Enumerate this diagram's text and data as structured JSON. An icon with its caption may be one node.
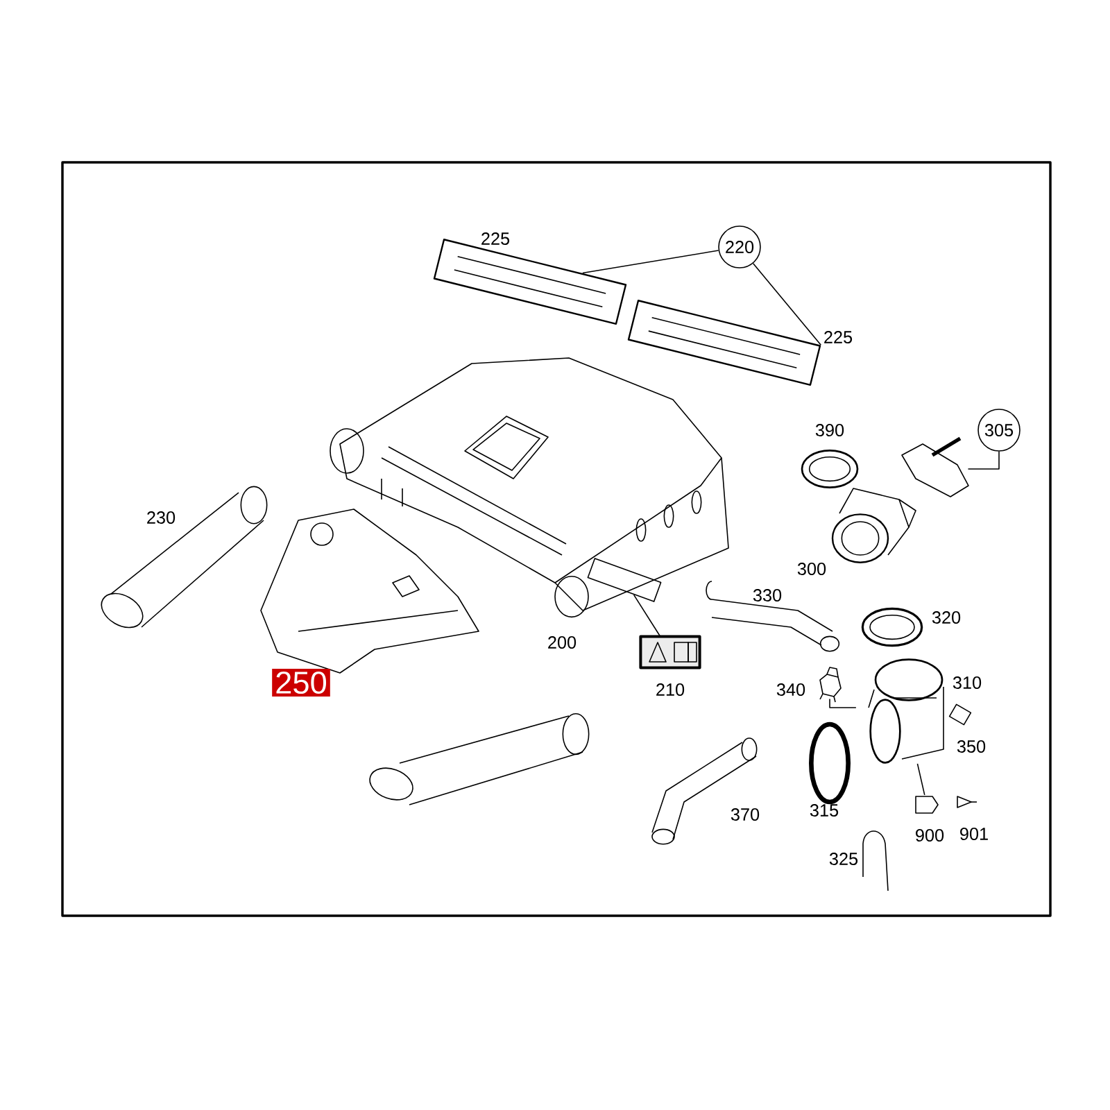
{
  "diagram": {
    "nodes": [
      {
        "text": [
          "220"
        ]
      },
      {
        "text": [],
        "shape": "picture",
        "beside": [
          "225"
        ]
      },
      {
        "text": [],
        "shape": "picture",
        "beside": [
          "225"
        ]
      },
      {
        "text": [
          "305"
        ]
      },
      {
        "text": [],
        "shape": "picture"
      },
      {
        "text": [],
        "shape": "picture",
        "beside": [
          "210"
        ]
      },
      {
        "text": [],
        "shape": "box"
      },
      {
        "text": [],
        "shape": "picture",
        "beside": [
          "340"
        ]
      },
      {
        "text": [],
        "shape": "picture",
        "beside": [
          "310"
        ]
      },
      {
        "text": [],
        "shape": "picture",
        "beside": [
          "900"
        ]
      }
    ],
    "edges": [
      {
        "from": 0,
        "to": 1,
        "arrow": "none"
      },
      {
        "from": 0,
        "to": 2,
        "arrow": "none"
      },
      {
        "from": 3,
        "to": 4,
        "arrow": "none"
      },
      {
        "from": 5,
        "to": 6,
        "arrow": "none"
      },
      {
        "from": 7,
        "to": 8,
        "arrow": "none"
      },
      {
        "from": 9,
        "to": 8,
        "arrow": "none"
      }
    ],
    "labels": [
      "390",
      "230",
      "300",
      "330",
      "320",
      "200",
      "250",
      "350",
      "315",
      "370",
      "901",
      "325"
    ]
  }
}
